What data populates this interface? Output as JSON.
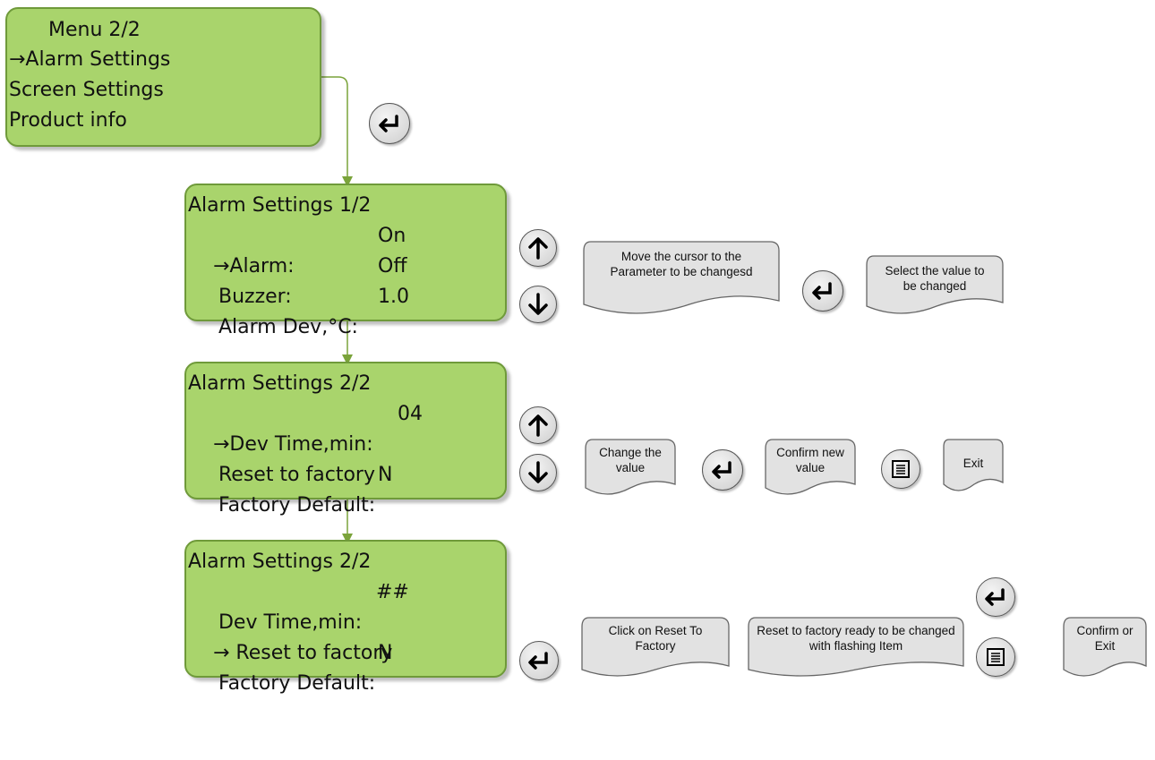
{
  "screens": {
    "menu": {
      "title": "Menu 2/2",
      "line1": "→Alarm Settings",
      "line2": "Screen Settings",
      "line3": "Product info"
    },
    "alarm1": {
      "title": "Alarm Settings 1/2",
      "rows": [
        {
          "label": "→Alarm:",
          "value": "On"
        },
        {
          "label": "Buzzer:",
          "value": "Off"
        },
        {
          "label": "Alarm Dev,°C:",
          "value": "1.0"
        }
      ]
    },
    "alarm2": {
      "title": "Alarm Settings 2/2",
      "rows": [
        {
          "label": "→Dev Time,min:",
          "value": "04"
        },
        {
          "label": "Reset to factory",
          "value": ""
        },
        {
          "label": "Factory Default:",
          "value": "N"
        }
      ]
    },
    "alarm3": {
      "title": "Alarm Settings 2/2",
      "rows": [
        {
          "label": "Dev Time,min:",
          "value": "##"
        },
        {
          "label": "→ Reset to factory",
          "value": ""
        },
        {
          "label": "Factory Default:",
          "value": "N"
        }
      ]
    }
  },
  "notes": {
    "move_cursor": "Move the cursor to the Parameter to be changesd",
    "select_value": "Select the value to be changed",
    "change_value": "Change the value",
    "confirm_value": "Confirm new value",
    "exit": "Exit",
    "click_reset": "Click on Reset To Factory",
    "reset_ready": "Reset to factory ready to be changed with flashing Item",
    "confirm_exit": "Confirm or Exit"
  },
  "icons": [
    "enter-icon",
    "arrow-up-icon",
    "arrow-down-icon",
    "menu-icon"
  ],
  "colors": {
    "lcd_fill": "#a9d46c",
    "lcd_border": "#6f9a3a",
    "connector": "#7aa33a",
    "button": "#d9d9d9"
  }
}
